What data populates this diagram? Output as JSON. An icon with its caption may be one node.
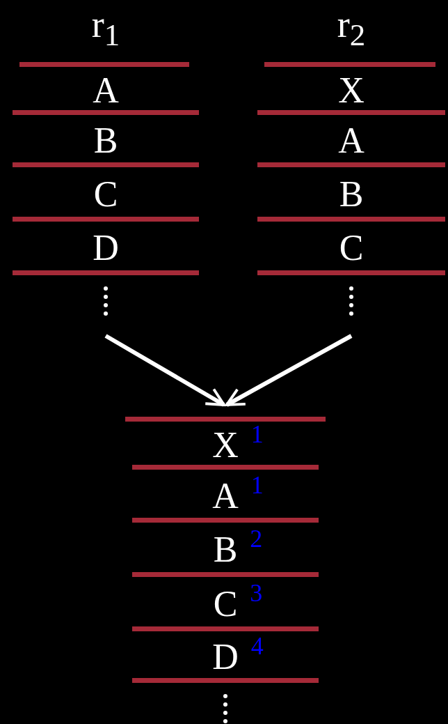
{
  "diagram": {
    "nodes": [
      {
        "text": [
          "r$_{1}$"
        ]
      },
      {
        "text": [
          "A"
        ],
        "in": 0
      },
      {
        "text": [
          "B"
        ],
        "in": 0
      },
      {
        "text": [
          "C"
        ],
        "in": 0
      },
      {
        "text": [
          "D"
        ],
        "in": 0
      },
      {
        "text": [
          "r$_{2}$"
        ]
      },
      {
        "text": [
          "X"
        ],
        "in": 5
      },
      {
        "text": [
          "A"
        ],
        "in": 5
      },
      {
        "text": [
          "B"
        ],
        "in": 5
      },
      {
        "text": [
          "C"
        ],
        "in": 5
      },
      {
        "text": [],
        "shape": "box"
      },
      {
        "text": [
          "X"
        ],
        "in": 10,
        "beside": [
          "1"
        ]
      },
      {
        "text": [
          "A"
        ],
        "in": 10,
        "beside": [
          "1"
        ]
      },
      {
        "text": [
          "B"
        ],
        "in": 10,
        "beside": [
          "2"
        ]
      },
      {
        "text": [
          "C"
        ],
        "in": 10,
        "beside": [
          "3"
        ]
      },
      {
        "text": [
          "D"
        ],
        "in": 10,
        "beside": [
          "4"
        ]
      }
    ],
    "edges": [
      {
        "from": 0,
        "to": 10,
        "arrow": "to"
      },
      {
        "from": 5,
        "to": 10,
        "arrow": "to"
      }
    ]
  }
}
